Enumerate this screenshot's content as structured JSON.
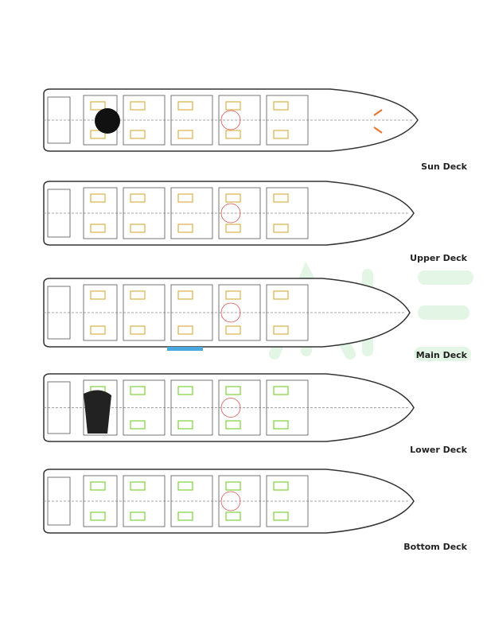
{
  "decks": [
    {
      "label": "Sun Deck"
    },
    {
      "label": "Upper Deck"
    },
    {
      "label": "Main Deck"
    },
    {
      "label": "Lower Deck"
    },
    {
      "label": "Bottom Deck"
    }
  ],
  "watermark": {
    "text": "ME",
    "color": "#cdeecf"
  },
  "colors": {
    "hull": "#333333",
    "furniture_yellow": "#d9b24a",
    "furniture_green": "#7fd13b",
    "accent_red": "#d9534f",
    "accent_blue": "#4aa8e0",
    "accent_orange": "#e8742c"
  }
}
